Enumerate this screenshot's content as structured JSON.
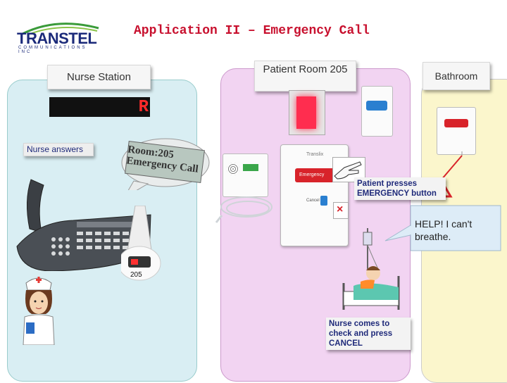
{
  "logo": {
    "main": "TRANSTEL",
    "sub": "COMMUNICATIONS INC"
  },
  "title": "Application II – Emergency Call",
  "nurse_station": {
    "label": "Nurse Station",
    "display_text": "R",
    "answers_label": "Nurse answers",
    "lcd_text": "Room:205 Emergency Call",
    "button_label": "205"
  },
  "patient_room": {
    "label": "Patient Room 205",
    "call_unit": {
      "brand": "Translix",
      "emergency_label": "Emergency",
      "cancel_label": "Cancel"
    },
    "patient_note": "Patient presses EMERGENCY button",
    "speech": "HELP! I can't breathe.",
    "nurse_note": "Nurse comes to check and press CANCEL"
  },
  "bathroom": {
    "label": "Bathroom"
  },
  "colors": {
    "title": "#c8102e",
    "nurse_panel": "#d9eef3",
    "room_panel": "#f2d4f2",
    "bath_panel": "#fbf6cc",
    "note_text": "#1f2a7a",
    "emergency": "#d8232a"
  }
}
